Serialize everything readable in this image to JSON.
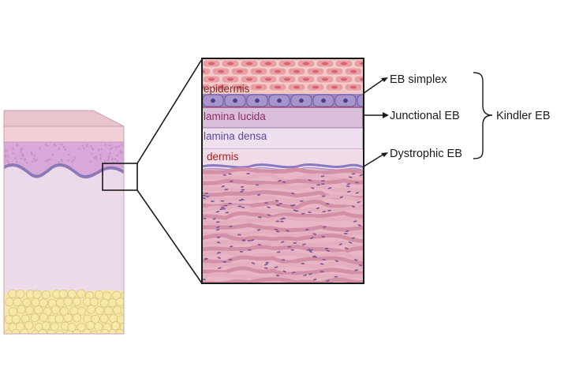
{
  "colors": {
    "epidermis_cells": "#e8a0a4",
    "cell_nucleus": "#d9636d",
    "basal_cells": "#9b86c2",
    "basal_nucleus": "#4a3f8a",
    "lamina_lucida": "#d9bfd9",
    "lamina_densa": "#efe0ef",
    "dermis_fibers": "#d89aae",
    "fat": "#f5e8a8",
    "skin_block": "#ecd9ea",
    "skin_top": "#e8c4cc",
    "epidermis_band": "#d9a8d8",
    "line": "#1a1a1a"
  },
  "zoom_labels": {
    "epidermis": "epidermis",
    "lamina_lucida": "lamina lucida",
    "lamina_densa": "lamina densa",
    "dermis": "dermis"
  },
  "eb_types": {
    "simplex": "EB simplex",
    "junctional": "Junctional EB",
    "dystrophic": "Dystrophic EB"
  },
  "kindler": "Kindler EB"
}
